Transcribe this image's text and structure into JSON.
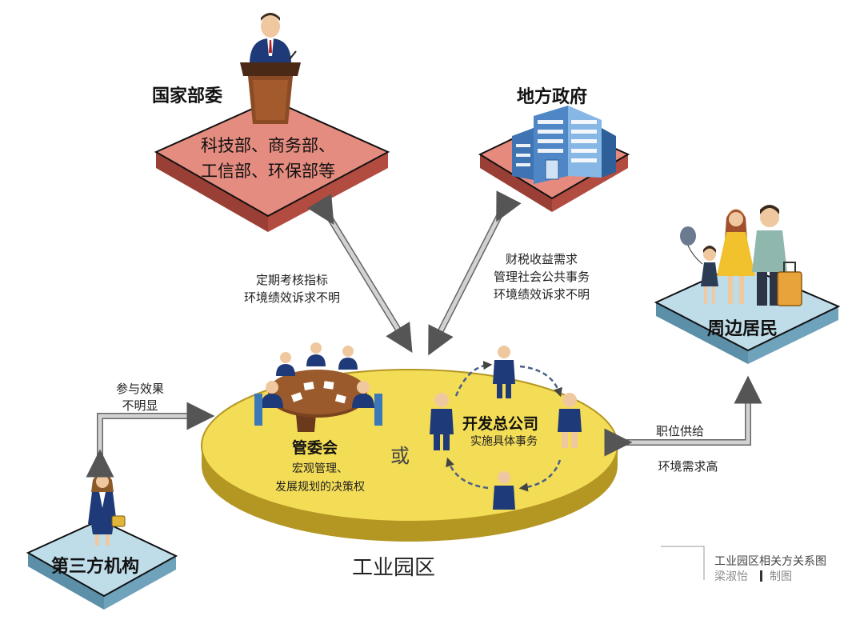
{
  "nodes": {
    "ministries": {
      "title": "国家部委",
      "line1": "科技部、商务部、",
      "line2": "工信部、环保部等"
    },
    "local_gov": {
      "title": "地方政府"
    },
    "residents": {
      "title": "周边居民"
    },
    "third_party": {
      "title": "第三方机构"
    },
    "park": {
      "name": "工业园区",
      "committee": {
        "title": "管委会",
        "line1": "宏观管理、",
        "line2": "发展规划的决策权"
      },
      "or_label": "或",
      "company": {
        "title": "开发总公司",
        "desc": "实施具体事务"
      }
    }
  },
  "edges": {
    "ministries_park": {
      "line1": "定期考核指标",
      "line2": "环境绩效诉求不明"
    },
    "gov_park": {
      "line1": "财税收益需求",
      "line2": "管理社会公共事务",
      "line3": "环境绩效诉求不明"
    },
    "third_park": {
      "line1": "参与效果",
      "line2": "不明显"
    },
    "residents_park": {
      "line1": "职位供给",
      "line2": "环境需求高"
    }
  },
  "caption": {
    "title": "工业园区相关方关系图",
    "author": "梁淑怡",
    "separator": "|",
    "suffix": "制图"
  },
  "colors": {
    "ministry_plate": "#e58c80",
    "gov_plate": "#e68a7e",
    "resident_plate": "#bfdde9",
    "third_plate": "#bfdde9",
    "park_disk": "#f3dc56",
    "arrow": "#c8c8c8"
  }
}
